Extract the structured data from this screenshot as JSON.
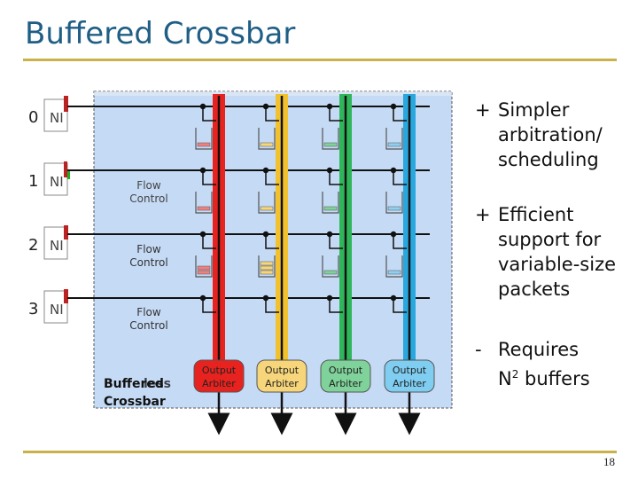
{
  "title": "Buffered Crossbar",
  "ni_label": "NI",
  "ports": [
    "0",
    "1",
    "2",
    "3"
  ],
  "flow_control_line1": "Flow",
  "flow_control_line2": "Control",
  "arbiter_line1": "Output",
  "arbiter_line2": "Arbiter",
  "crossbar_label_line1a": "Buffered",
  "crossbar_label_line1b": "less",
  "crossbar_label_line2": "Crossbar",
  "bullets": [
    {
      "mark": "+",
      "text": "Simpler arbitration/ scheduling"
    },
    {
      "mark": "+",
      "text": "Efficient support for variable-size packets"
    },
    {
      "mark": "-",
      "text": "Requires",
      "text2": "N",
      "sup": "2",
      "text3": " buffers"
    }
  ],
  "page_number": "18",
  "colors": {
    "title": "#1f5e85",
    "rule": "#c9b24a",
    "red": "#e8231f",
    "yellow": "#f2c12e",
    "green": "#2fb55a",
    "blue": "#29a8e0",
    "panel": "#c5daf5"
  }
}
